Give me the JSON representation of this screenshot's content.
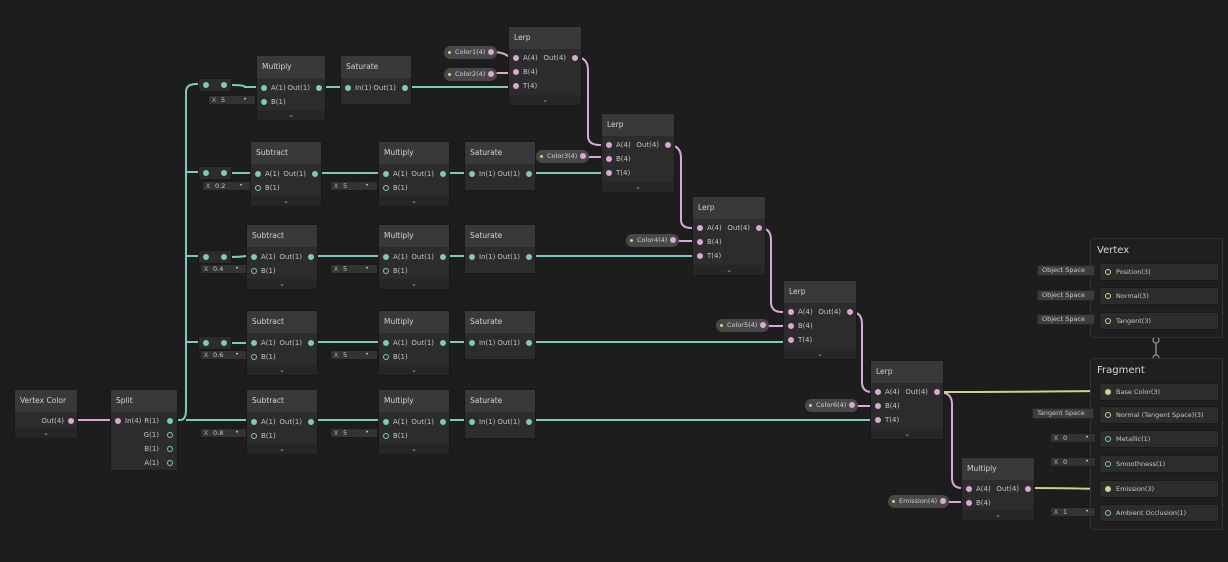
{
  "vertex_color": {
    "title": "Vertex Color",
    "out": "Out(4)"
  },
  "split": {
    "title": "Split",
    "in": "In(4)",
    "r": "R(1)",
    "g": "G(1)",
    "b": "B(1)",
    "a": "A(1)"
  },
  "ports": {
    "a1": "A(1)",
    "b1": "B(1)",
    "out1": "Out(1)",
    "in1": "In(1)",
    "a4": "A(4)",
    "b4": "B(4)",
    "t4": "T(4)",
    "out4": "Out(4)"
  },
  "titles": {
    "multiply": "Multiply",
    "subtract": "Subtract",
    "saturate": "Saturate",
    "lerp": "Lerp"
  },
  "x_label": "X",
  "values": {
    "m_top": "5",
    "s1": "0.2",
    "s2": "0.4",
    "s3": "0.6",
    "s4": "0.8",
    "m": "5"
  },
  "colors": {
    "c1": "Color1(4)",
    "c2": "Color2(4)",
    "c3": "Color3(4)",
    "c4": "Color4(4)",
    "c5": "Color5(4)",
    "c6": "Color6(4)",
    "em": "Emission(4)"
  },
  "vertex": {
    "title": "Vertex",
    "position": "Position(3)",
    "normal": "Normal(3)",
    "tangent": "Tangent(3)",
    "space": "Object Space"
  },
  "fragment": {
    "title": "Fragment",
    "base": "Base Color(3)",
    "normal": "Normal (Tangent Space)(3)",
    "tangent_space": "Tangent Space",
    "metallic": "Metallic(1)",
    "metallic_val": "0",
    "smooth": "Smoothness(1)",
    "smooth_val": "0",
    "emission": "Emission(3)",
    "ao": "Ambient Occlusion(1)",
    "ao_val": "1"
  },
  "theme": {
    "bg": "#1d1d1d",
    "wire_float": "#7ec8bf",
    "wire_vec4": "#d9a8d4",
    "wire_vec3": "#cbd48a"
  }
}
